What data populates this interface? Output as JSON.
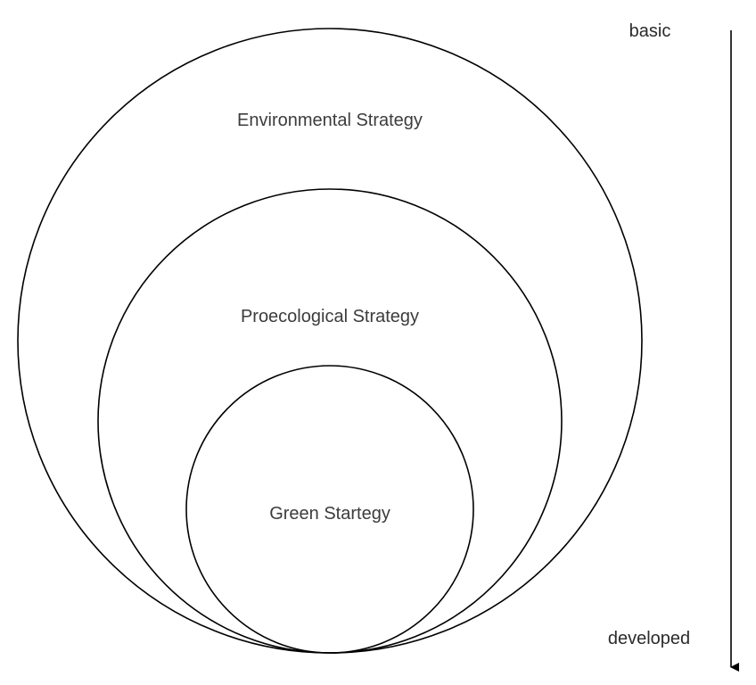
{
  "diagram": {
    "circles": [
      {
        "label": "Environmental Strategy"
      },
      {
        "label": "Proecological Strategy"
      },
      {
        "label": "Green Startegy"
      }
    ],
    "axis": {
      "top_label": "basic",
      "bottom_label": "developed"
    },
    "colors": {
      "stroke": "#000000",
      "text": "#3c3c3c",
      "background": "#ffffff"
    }
  }
}
